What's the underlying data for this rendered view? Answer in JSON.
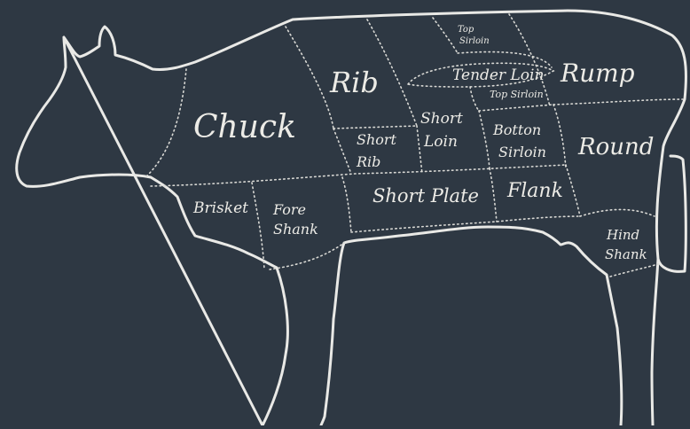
{
  "colors": {
    "background": "#2e3843",
    "outline": "#e9e9e6",
    "text": "#ecebe6"
  },
  "cuts": {
    "chuck": "Chuck",
    "rib": "Rib",
    "top_sirloin_upper": [
      "Top",
      "Sirloin"
    ],
    "tender_loin": "Tender Loin",
    "top_sirloin_lower": "Top Sirloin",
    "rump": "Rump",
    "short_loin": [
      "Short",
      "Loin"
    ],
    "short_rib": [
      "Short",
      "Rib"
    ],
    "bottom_sirloin": [
      "Botton",
      "Sirloin"
    ],
    "round": "Round",
    "brisket": "Brisket",
    "fore_shank": [
      "Fore",
      "Shank"
    ],
    "short_plate": "Short Plate",
    "flank": "Flank",
    "hind_shank": [
      "Hind",
      "Shank"
    ]
  }
}
